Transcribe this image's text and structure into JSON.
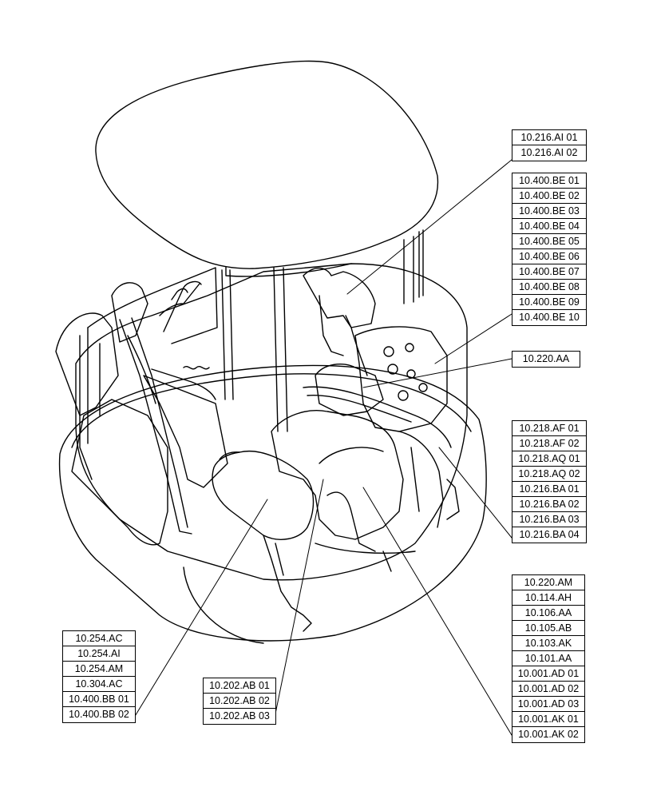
{
  "colors": {
    "line": "#000000",
    "background": "#ffffff"
  },
  "callouts": {
    "ai": {
      "items": [
        "10.216.AI 01",
        "10.216.AI 02"
      ]
    },
    "be": {
      "items": [
        "10.400.BE 01",
        "10.400.BE 02",
        "10.400.BE 03",
        "10.400.BE 04",
        "10.400.BE 05",
        "10.400.BE 06",
        "10.400.BE 07",
        "10.400.BE 08",
        "10.400.BE 09",
        "10.400.BE 10"
      ]
    },
    "aa220": {
      "items": [
        "10.220.AA"
      ]
    },
    "af": {
      "items": [
        "10.218.AF 01",
        "10.218.AF 02",
        "10.218.AQ 01",
        "10.218.AQ 02",
        "10.216.BA 01",
        "10.216.BA 02",
        "10.216.BA 03",
        "10.216.BA 04"
      ]
    },
    "am": {
      "items": [
        "10.220.AM",
        "10.114.AH",
        "10.106.AA",
        "10.105.AB",
        "10.103.AK",
        "10.101.AA",
        "10.001.AD 01",
        "10.001.AD 02",
        "10.001.AD 03",
        "10.001.AK 01",
        "10.001.AK 02"
      ]
    },
    "ac": {
      "items": [
        "10.254.AC",
        "10.254.AI",
        "10.254.AM",
        "10.304.AC",
        "10.400.BB 01",
        "10.400.BB 02"
      ]
    },
    "ab": {
      "items": [
        "10.202.AB 01",
        "10.202.AB 02",
        "10.202.AB 03"
      ]
    }
  }
}
